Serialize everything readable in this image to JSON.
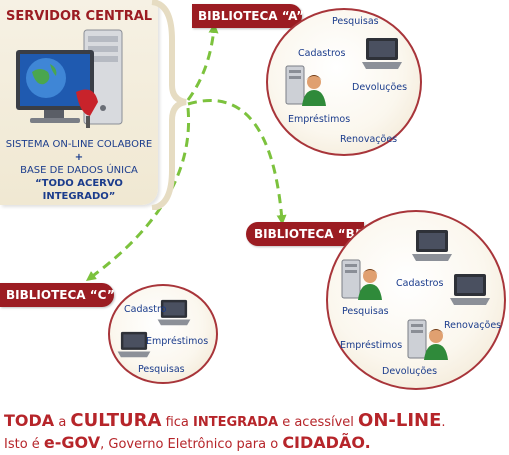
{
  "server": {
    "title": "SERVIDOR CENTRAL",
    "line1": "SISTEMA ON-LINE COLABORE",
    "plus": "+",
    "line2": "BASE DE DADOS ÚNICA",
    "line3": "“TODO ACERVO INTEGRADO”"
  },
  "lib_a": {
    "title": "BIBLIOTECA “A”",
    "items": [
      "Pesquisas",
      "Cadastros",
      "Devoluções",
      "Empréstimos",
      "Renovações"
    ]
  },
  "lib_b": {
    "title": "BIBLIOTECA “B”",
    "items": [
      "Cadastros",
      "Pesquisas",
      "Renovações",
      "Empréstimos",
      "Devoluções"
    ]
  },
  "lib_c": {
    "title": "BIBLIOTECA “C”",
    "items": [
      "Cadastro",
      "Empréstimos",
      "Pesquisas"
    ]
  },
  "footer": {
    "w1": "TODA",
    "w2": " a ",
    "w3": "CULTURA",
    "w4": " fica ",
    "w5": "INTEGRADA",
    "w6": " e acessível ",
    "w7": "ON-LINE",
    "w8": ".",
    "v1": "Isto é ",
    "v2": "e-GOV",
    "v3": ", Governo Eletrônico para o ",
    "v4": "CIDADÃO."
  },
  "colors": {
    "accent": "#9b1c22",
    "arrow": "#7cc23d",
    "text_blue": "#1b3c8c"
  }
}
